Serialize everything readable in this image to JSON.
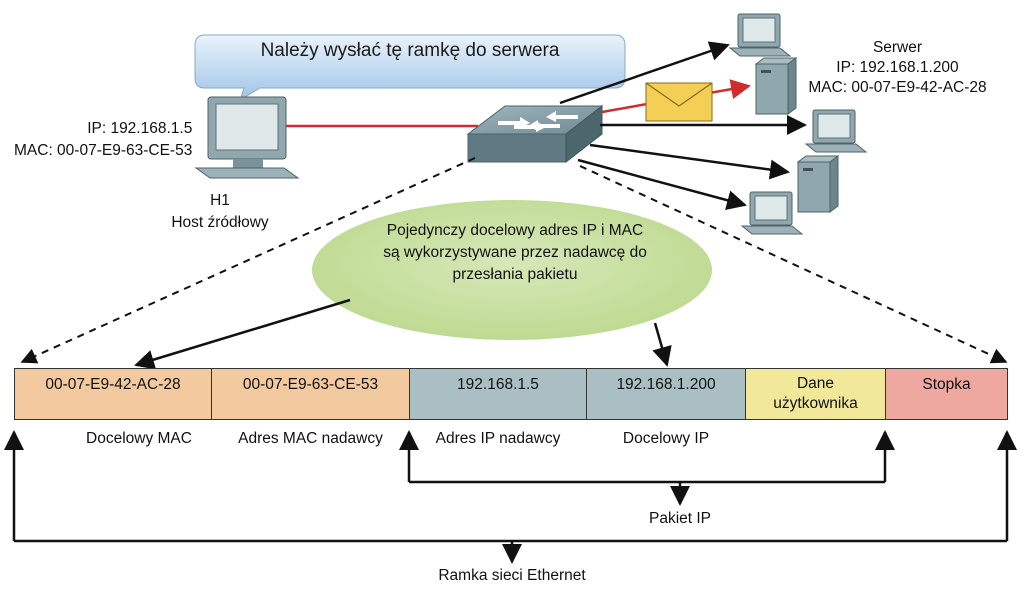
{
  "speech_bubble": "Należy wysłać tę ramkę do serwera",
  "host": {
    "ip": "IP: 192.168.1.5",
    "mac": "MAC: 00-07-E9-63-CE-53",
    "name": "H1",
    "role": "Host źródłowy"
  },
  "server": {
    "name": "Serwer",
    "ip": "IP: 192.168.1.200",
    "mac": "MAC: 00-07-E9-42-AC-28"
  },
  "note": {
    "line1": "Pojedynczy docelowy adres IP i MAC",
    "line2": "są wykorzystywane przez nadawcę do",
    "line3": "przesłania pakietu"
  },
  "frame_fields": [
    {
      "value": "00-07-E9-42-AC-28",
      "label": "Docelowy MAC",
      "color": "#f3c9a0"
    },
    {
      "value": "00-07-E9-63-CE-53",
      "label": "Adres MAC nadawcy",
      "color": "#f3c9a0"
    },
    {
      "value": "192.168.1.5",
      "label": "Adres IP nadawcy",
      "color": "#a9bfc3"
    },
    {
      "value": "192.168.1.200",
      "label": "Docelowy IP",
      "color": "#a9bfc3"
    },
    {
      "value_line1": "Dane",
      "value_line2": "użytkownika",
      "color": "#f1e89a"
    },
    {
      "value": "Stopka",
      "color": "#eea8a0"
    }
  ],
  "packet_label": "Pakiet IP",
  "frame_label": "Ramka sieci Ethernet"
}
